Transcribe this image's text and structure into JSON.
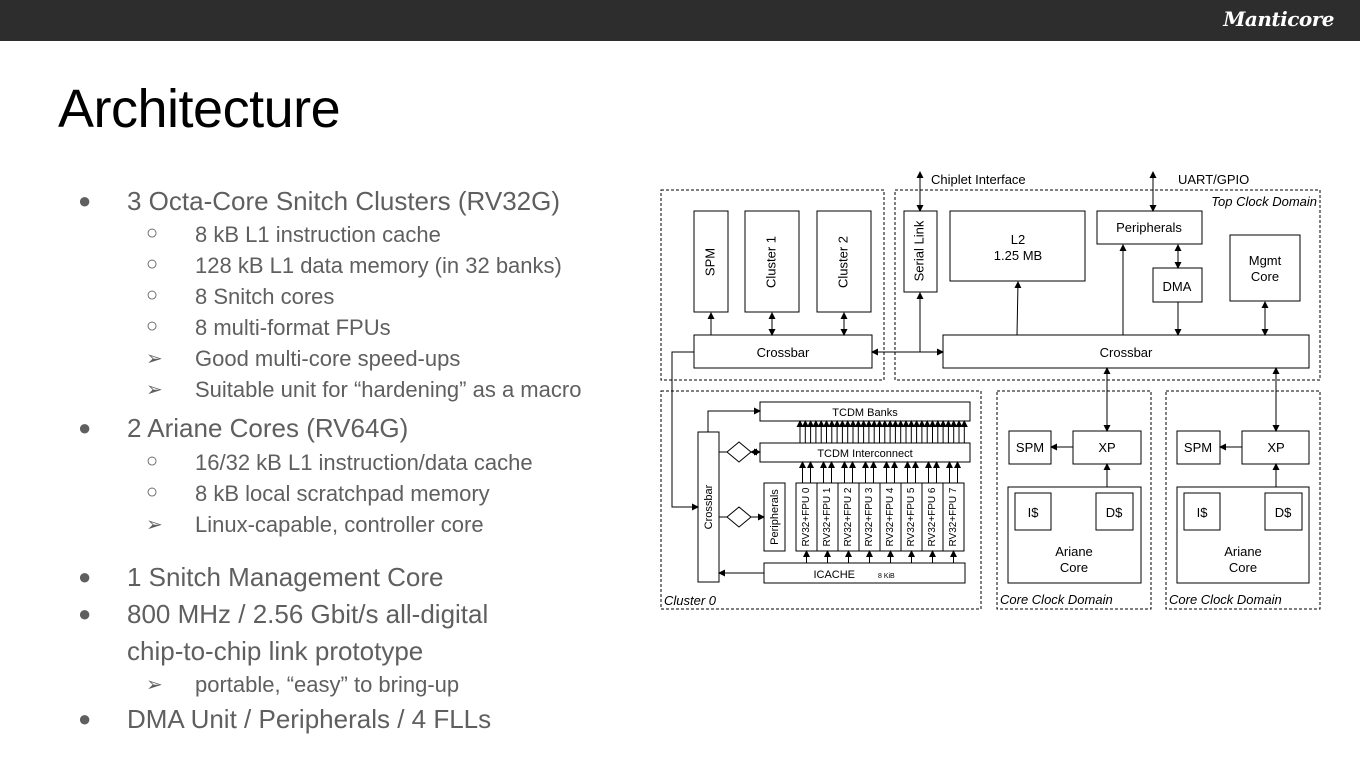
{
  "header": {
    "brand": "Manticore"
  },
  "slide": {
    "title": "Architecture"
  },
  "bullets": [
    {
      "level": 1,
      "marker": "●",
      "text": "3 Octa-Core Snitch Clusters (RV32G)"
    },
    {
      "level": 2,
      "marker": "○",
      "text": "8 kB L1 instruction cache"
    },
    {
      "level": 2,
      "marker": "○",
      "text": "128 kB L1 data memory (in 32 banks)"
    },
    {
      "level": 2,
      "marker": "○",
      "text": "8 Snitch cores"
    },
    {
      "level": 2,
      "marker": "○",
      "text": "8 multi-format FPUs"
    },
    {
      "level": 3,
      "marker": "➢",
      "text": "Good multi-core speed-ups"
    },
    {
      "level": 3,
      "marker": "➢",
      "text": "Suitable unit for “hardening” as a macro"
    },
    {
      "level": 1,
      "marker": "●",
      "text": "2 Ariane Cores (RV64G)"
    },
    {
      "level": 2,
      "marker": "○",
      "text": "16/32 kB L1 instruction/data cache"
    },
    {
      "level": 2,
      "marker": "○",
      "text": "8 kB local scratchpad memory"
    },
    {
      "level": 3,
      "marker": "➢",
      "text": "Linux-capable, controller core"
    },
    {
      "level": 1,
      "marker": "●",
      "text": "1 Snitch Management Core"
    },
    {
      "level": 1,
      "marker": "●",
      "text": "800 MHz / 2.56 Gbit/s all-digital"
    },
    {
      "level": 1,
      "marker": "",
      "text": "chip-to-chip link prototype"
    },
    {
      "level": 3,
      "marker": "➢",
      "text": "portable, “easy” to bring-up"
    },
    {
      "level": 1,
      "marker": "●",
      "text": "DMA Unit / Peripherals / 4 FLLs"
    }
  ],
  "diagram": {
    "chiplet_interface": "Chiplet Interface",
    "uart_gpio": "UART/GPIO",
    "top_clock_domain": "Top Clock Domain",
    "spm": "SPM",
    "cluster1": "Cluster 1",
    "cluster2": "Cluster 2",
    "serial_link": "Serial Link",
    "l2_name": "L2",
    "l2_size": "1.25 MB",
    "peripherals": "Peripherals",
    "dma": "DMA",
    "mgmt_line1": "Mgmt",
    "mgmt_line2": "Core",
    "crossbar": "Crossbar",
    "tcdm_banks": "TCDM Banks",
    "tcdm_interconnect": "TCDM Interconnect",
    "cluster_peripherals": "Peripherals",
    "cores": [
      "RV32+FPU 0",
      "RV32+FPU 1",
      "RV32+FPU 2",
      "RV32+FPU 3",
      "RV32+FPU 4",
      "RV32+FPU 5",
      "RV32+FPU 6",
      "RV32+FPU 7"
    ],
    "icache": "ICACHE",
    "icache_size": "8 KiB",
    "cluster0": "Cluster 0",
    "xp": "XP",
    "icache_short": "I$",
    "dcache_short": "D$",
    "ariane_line1": "Ariane",
    "ariane_line2": "Core",
    "core_clock_domain": "Core Clock Domain"
  }
}
